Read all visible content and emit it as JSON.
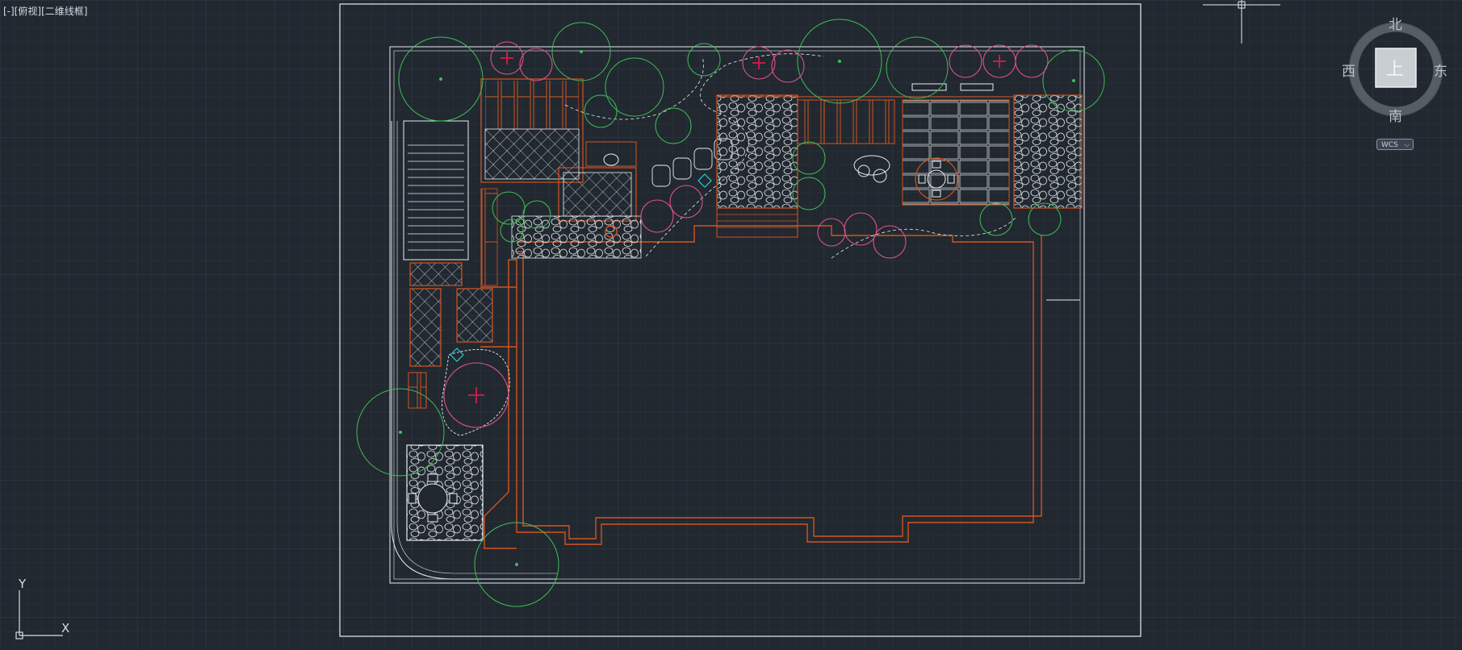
{
  "viewport": {
    "control": "[-]",
    "view": "[俯视]",
    "style": "[二维线框]"
  },
  "viewcube": {
    "north": "北",
    "south": "南",
    "east": "东",
    "west": "西",
    "top_face": "上"
  },
  "wcs_menu": {
    "label": "WCS",
    "arrow": "⌵"
  },
  "ucs_icon": {
    "x_label": "X",
    "y_label": "Y"
  },
  "colors": {
    "background": "#212830",
    "grid_minor": "#2a323b",
    "grid_major": "#333d48",
    "wall_orange": "#d4541f",
    "outline_white": "#e8ecef",
    "tree_green": "#3fbf55",
    "shrub_pink": "#e0528a",
    "accent_cyan": "#2ec8d8"
  },
  "icons": [
    "crosshair-cursor-icon",
    "viewcube-icon",
    "ucs-axis-icon",
    "chevron-down-icon"
  ]
}
